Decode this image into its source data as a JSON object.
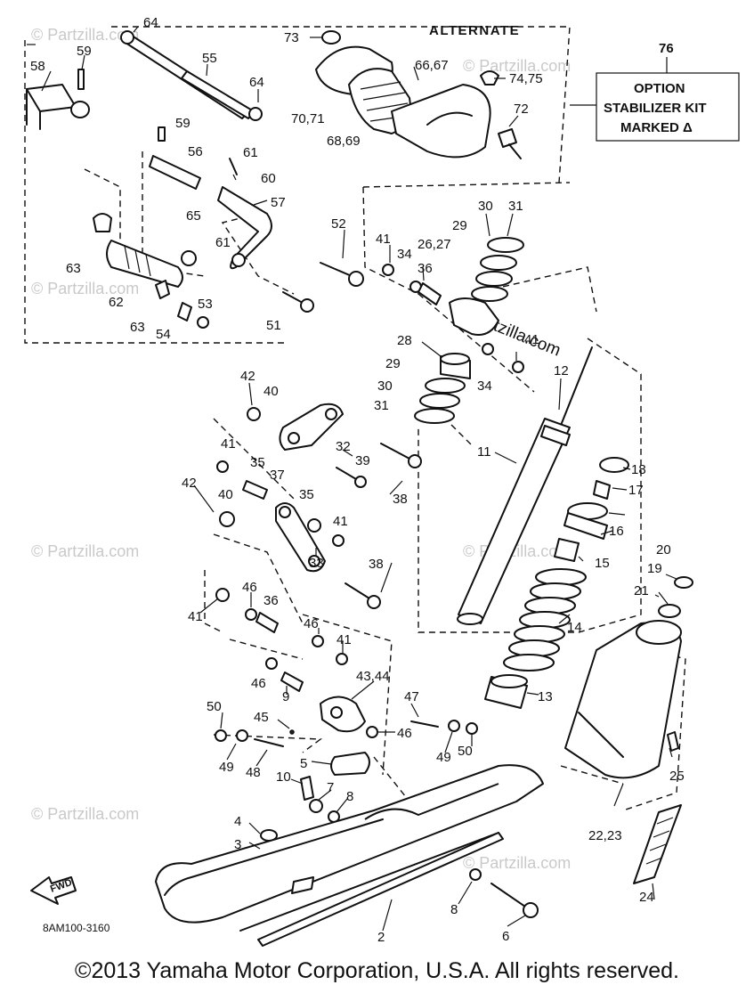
{
  "alternate_label": "ALTERNATE",
  "option_box": {
    "number": "76",
    "line1": "OPTION",
    "line2": "STABILIZER KIT",
    "line3": "MARKED Δ"
  },
  "fwd_label": "FWD",
  "diagram_code": "8AM100-3160",
  "watermark": "© Partzilla.com",
  "watermark_center": "© Partzilla.com",
  "copyright": "©2013 Yamaha Motor Corporation, U.S.A. All rights reserved.",
  "callouts": {
    "c1": "64",
    "c2": "73",
    "c3": "59",
    "c4": "58",
    "c5": "55",
    "c6": "64",
    "c7": "66,67",
    "c8": "74,75",
    "c9": "70,71",
    "c10": "72",
    "c11": "68,69",
    "c12": "59",
    "c13": "56",
    "c14": "61",
    "c15": "60",
    "c16": "57",
    "c17": "65",
    "c18": "61",
    "c19": "63",
    "c20": "62",
    "c21": "53",
    "c22": "63",
    "c23": "54",
    "c24": "52",
    "c25": "51",
    "c26": "41",
    "c27": "34",
    "c28": "36",
    "c29": "26,27",
    "c30": "29",
    "c31": "30",
    "c32": "31",
    "c33": "41",
    "c34": "34",
    "c35": "28",
    "c36": "29",
    "c37": "30",
    "c38": "31",
    "c39": "12",
    "c40": "11",
    "c41": "42",
    "c42": "40",
    "c43": "32",
    "c44": "41",
    "c45": "35",
    "c46": "37",
    "c47": "39",
    "c48": "38",
    "c49": "42",
    "c50": "40",
    "c51": "35",
    "c52": "41",
    "c53": "33",
    "c54": "38",
    "c55": "18",
    "c56": "17",
    "c57": "16",
    "c58": "15",
    "c59": "14",
    "c60": "13",
    "c61": "20",
    "c62": "19",
    "c63": "21",
    "c64": "41",
    "c65": "46",
    "c66": "36",
    "c67": "46",
    "c68": "41",
    "c69": "46",
    "c70": "9",
    "c71": "43,44",
    "c72": "47",
    "c73": "50",
    "c74": "45",
    "c75": "46",
    "c76": "49",
    "c77": "50",
    "c78": "49",
    "c79": "48",
    "c80": "5",
    "c81": "10",
    "c82": "7",
    "c83": "8",
    "c84": "25",
    "c85": "4",
    "c86": "3",
    "c87": "22,23",
    "c88": "8",
    "c89": "24",
    "c90": "2",
    "c91": "6"
  }
}
